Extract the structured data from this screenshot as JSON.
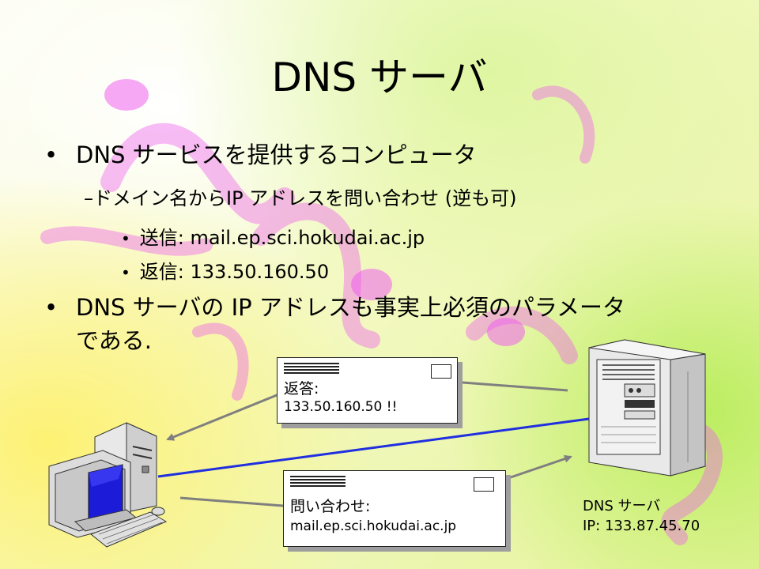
{
  "title": "DNS サーバ",
  "bullets": {
    "b1": "DNS サービスを提供するコンピュータ",
    "b1_dot": "•",
    "b1_sub": "–ドメイン名からIP アドレスを問い合わせ (逆も可)",
    "send_label": "送信",
    "send_value": ": mail.ep.sci.hokudai.ac.jp",
    "reply_label": "返信",
    "reply_value": ": 133.50.160.50",
    "sub_dot": "•",
    "b2_line1": "DNS サーバの IP アドレスも事実上必須のパラメータ",
    "b2_line2": "である."
  },
  "diagram": {
    "reply_env_label": "返答",
    "reply_env_colon": ":",
    "reply_env_value": "133.50.160.50 !!",
    "query_env_label": "問い合わせ",
    "query_env_colon": ":",
    "query_env_value": "mail.ep.sci.hokudai.ac.jp",
    "server_label": "DNS サーバ",
    "server_ip": "IP: 133.87.45.70",
    "link_color": "#1f2fe0",
    "arrow_color": "#7f7f7f"
  }
}
